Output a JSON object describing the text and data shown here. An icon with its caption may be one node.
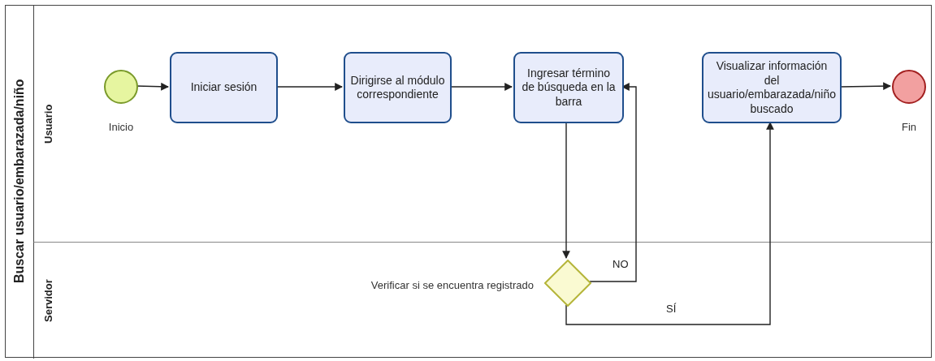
{
  "diagram": {
    "nodes": [
      {
        "text": [
          "Buscar usuario/embarazada/niño"
        ]
      },
      {
        "text": [
          "Usuario"
        ],
        "in": 0
      },
      {
        "text": [
          "Servidor"
        ],
        "in": 0
      },
      {
        "text": [],
        "shape": "circle",
        "beside": [
          "Inicio"
        ],
        "in": 1
      },
      {
        "text": [
          "Iniciar sesión"
        ],
        "in": 1
      },
      {
        "text": [
          "Dirigirse al módulo correspondiente"
        ],
        "in": 1
      },
      {
        "text": [
          "Ingresar término de búsqueda en la barra"
        ],
        "in": 1
      },
      {
        "text": [
          "Visualizar información del usuario/embarazada/niño buscado"
        ],
        "in": 1
      },
      {
        "text": [],
        "shape": "circle",
        "beside": [
          "Fin"
        ],
        "in": 1
      },
      {
        "text": [],
        "shape": "diamond",
        "beside": [
          "Verificar si se encuentra registrado"
        ],
        "in": 2
      }
    ],
    "edges": [
      {
        "from": 3,
        "to": 4,
        "arrow": "to"
      },
      {
        "from": 4,
        "to": 5,
        "arrow": "to"
      },
      {
        "from": 5,
        "to": 6,
        "arrow": "to"
      },
      {
        "from": 6,
        "to": 9,
        "arrow": "to"
      },
      {
        "from": 9,
        "to": 6,
        "label": "NO",
        "arrow": "to"
      },
      {
        "from": 9,
        "to": 7,
        "label": "SÍ",
        "arrow": "to"
      },
      {
        "from": 7,
        "to": 8,
        "arrow": "to"
      }
    ]
  }
}
